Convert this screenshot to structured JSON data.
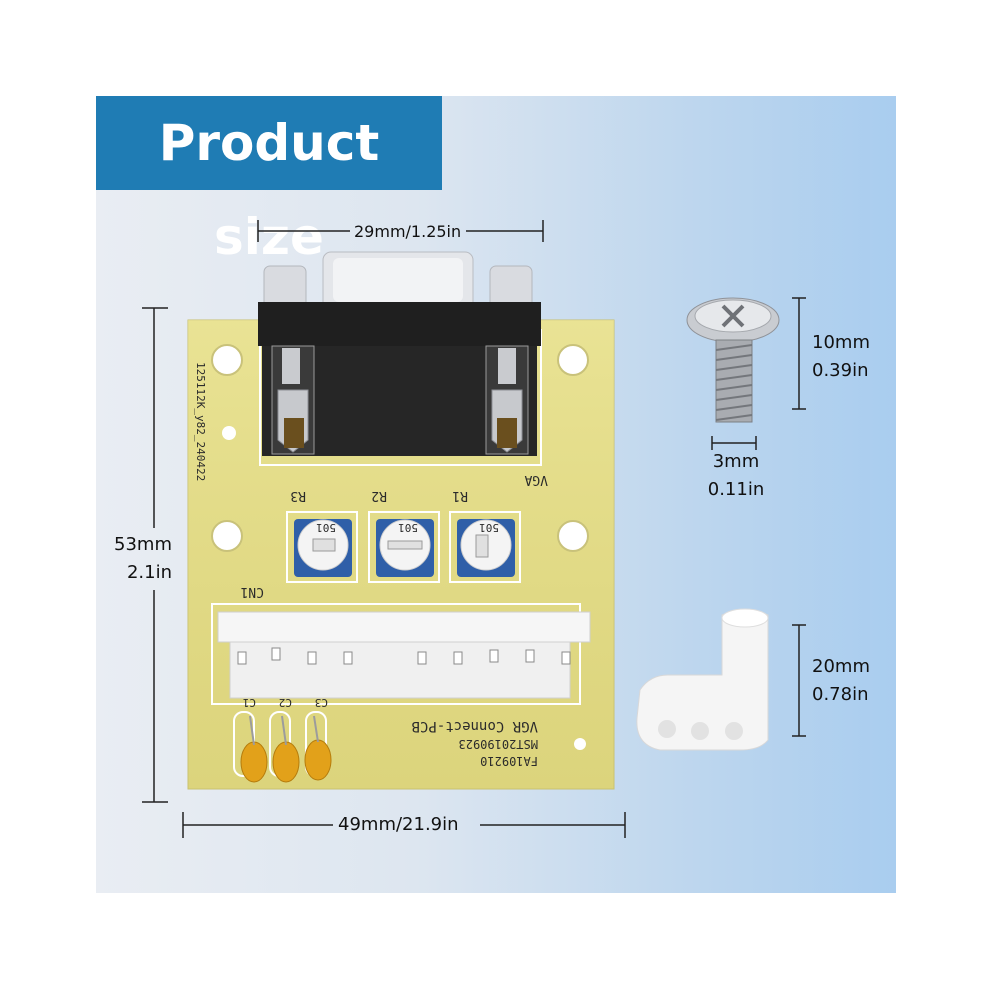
{
  "banner": {
    "title": "Product size"
  },
  "dimensions": {
    "top_width": "29mm/1.25in",
    "bottom_width": "49mm/21.9in",
    "board_height_mm": "53mm",
    "board_height_in": "2.1in",
    "screw_length_mm": "10mm",
    "screw_length_in": "0.39in",
    "screw_diameter_mm": "3mm",
    "screw_diameter_in": "0.11in",
    "spacer_height_mm": "20mm",
    "spacer_height_in": "0.78in"
  },
  "pcb_silkscreen": {
    "vga": "VGA",
    "cn1": "CN1",
    "r1": "R1",
    "r2": "R2",
    "r3": "R3",
    "pot_code": "501",
    "c1": "C1",
    "c2": "C2",
    "c3": "C3",
    "board_name": "VGR Connect-PCB",
    "part_no_1": "MST20190923",
    "part_no_2": "FA109210",
    "side_code": "125112K_y82_240422"
  },
  "colors": {
    "banner": "#1f7cb4",
    "pcb": "#e3dc86",
    "connector": "#1f1f1f",
    "trimpot": "#2f5fa8"
  }
}
